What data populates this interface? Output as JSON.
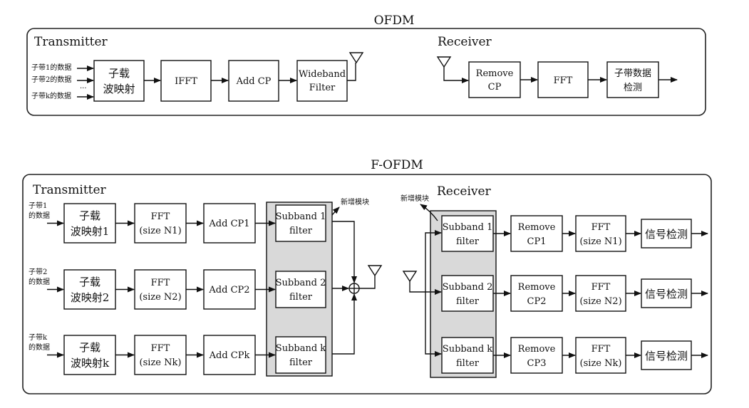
{
  "ofdm": {
    "title": "OFDM",
    "tx_label": "Transmitter",
    "rx_label": "Receiver",
    "inputs": [
      "子带1的数据",
      "子带2的数据",
      "···",
      "子带k的数据"
    ],
    "tx_blocks": {
      "mapping": [
        "子载",
        "波映射"
      ],
      "ifft": "IFFT",
      "addcp": "Add CP",
      "filter": [
        "Wideband",
        "Filter"
      ]
    },
    "rx_blocks": {
      "removecp": [
        "Remove",
        "CP"
      ],
      "fft": "FFT",
      "detect": [
        "子带数据",
        "检测"
      ]
    }
  },
  "fofdm": {
    "title": "F-OFDM",
    "tx_label": "Transmitter",
    "rx_label": "Receiver",
    "new_module_tx": "新增模块",
    "new_module_rx": "新增模块",
    "tx_rows": [
      {
        "input": [
          "子带1",
          "的数据"
        ],
        "mapping": [
          "子载",
          "波映射1"
        ],
        "fft": [
          "FFT",
          "(size N1)"
        ],
        "addcp": "Add CP1",
        "filter": [
          "Subband 1",
          "filter"
        ]
      },
      {
        "input": [
          "子带2",
          "的数据"
        ],
        "mapping": [
          "子载",
          "波映射2"
        ],
        "fft": [
          "FFT",
          "(size N2)"
        ],
        "addcp": "Add CP2",
        "filter": [
          "Subband 2",
          "filter"
        ]
      },
      {
        "input": [
          "子带k",
          "的数据"
        ],
        "mapping": [
          "子载",
          "波映射k"
        ],
        "fft": [
          "FFT",
          "(size Nk)"
        ],
        "addcp": "Add CPk",
        "filter": [
          "Subband k",
          "filter"
        ]
      }
    ],
    "rx_rows": [
      {
        "filter": [
          "Subband 1",
          "filter"
        ],
        "removecp": [
          "Remove",
          "CP1"
        ],
        "fft": [
          "FFT",
          "(size N1)"
        ],
        "detect": "信号检测"
      },
      {
        "filter": [
          "Subband 2",
          "filter"
        ],
        "removecp": [
          "Remove",
          "CP2"
        ],
        "fft": [
          "FFT",
          "(size N2)"
        ],
        "detect": "信号检测"
      },
      {
        "filter": [
          "Subband k",
          "filter"
        ],
        "removecp": [
          "Remove",
          "CP3"
        ],
        "fft": [
          "FFT",
          "(size Nk)"
        ],
        "detect": "信号检测"
      }
    ]
  }
}
